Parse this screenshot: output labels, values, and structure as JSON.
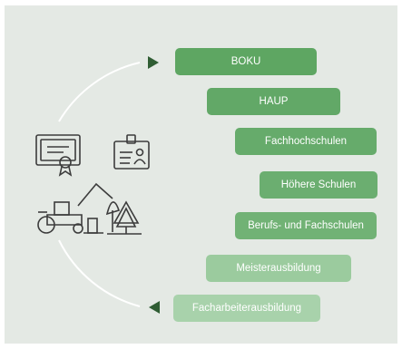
{
  "colors": {
    "panel": "#e4e9e4",
    "bar_dark": "#5ea662",
    "bar_light": "#a8d2ab",
    "arrow": "#2f5d33",
    "icon_stroke": "#3c3c3c"
  },
  "levels": [
    {
      "label": "BOKU"
    },
    {
      "label": "HAUP"
    },
    {
      "label": "Fachhochschulen"
    },
    {
      "label": "Höhere Schulen"
    },
    {
      "label": "Berufs- und Fachschulen"
    },
    {
      "label": "Meisterausbildung"
    },
    {
      "label": "Facharbeiterausbildung"
    }
  ],
  "icons": [
    "certificate-icon",
    "id-badge-icon",
    "farm-tractor-icon"
  ]
}
